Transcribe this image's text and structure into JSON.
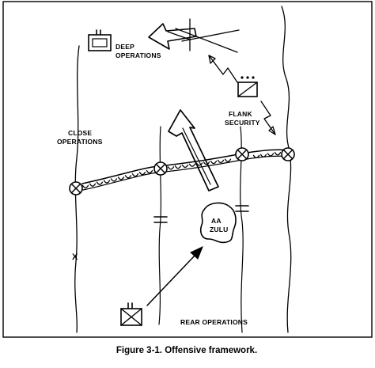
{
  "labels": {
    "deep_line1": "DEEP",
    "deep_line2": "OPERATIONS",
    "close_line1": "CLOSE",
    "close_line2": "OPERATIONS",
    "flank_line1": "FLANK",
    "flank_line2": "SECURITY",
    "aa_line1": "AA",
    "aa_line2": "ZULU",
    "rear": "REAR OPERATIONS",
    "boundary_x": "X"
  },
  "caption": "Figure 3-1.  Offensive framework."
}
